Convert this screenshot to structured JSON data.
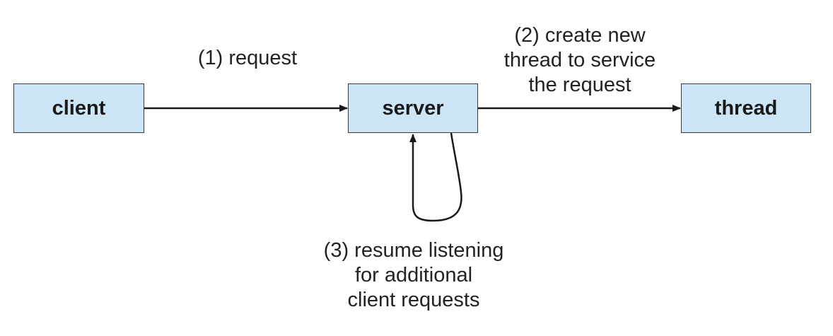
{
  "nodes": {
    "client": "client",
    "server": "server",
    "thread": "thread"
  },
  "labels": {
    "request": [
      "(1) request"
    ],
    "create_thread": [
      "(2) create new",
      "thread to service",
      "the request"
    ],
    "resume": [
      "(3) resume listening",
      "for additional",
      "client requests"
    ]
  }
}
